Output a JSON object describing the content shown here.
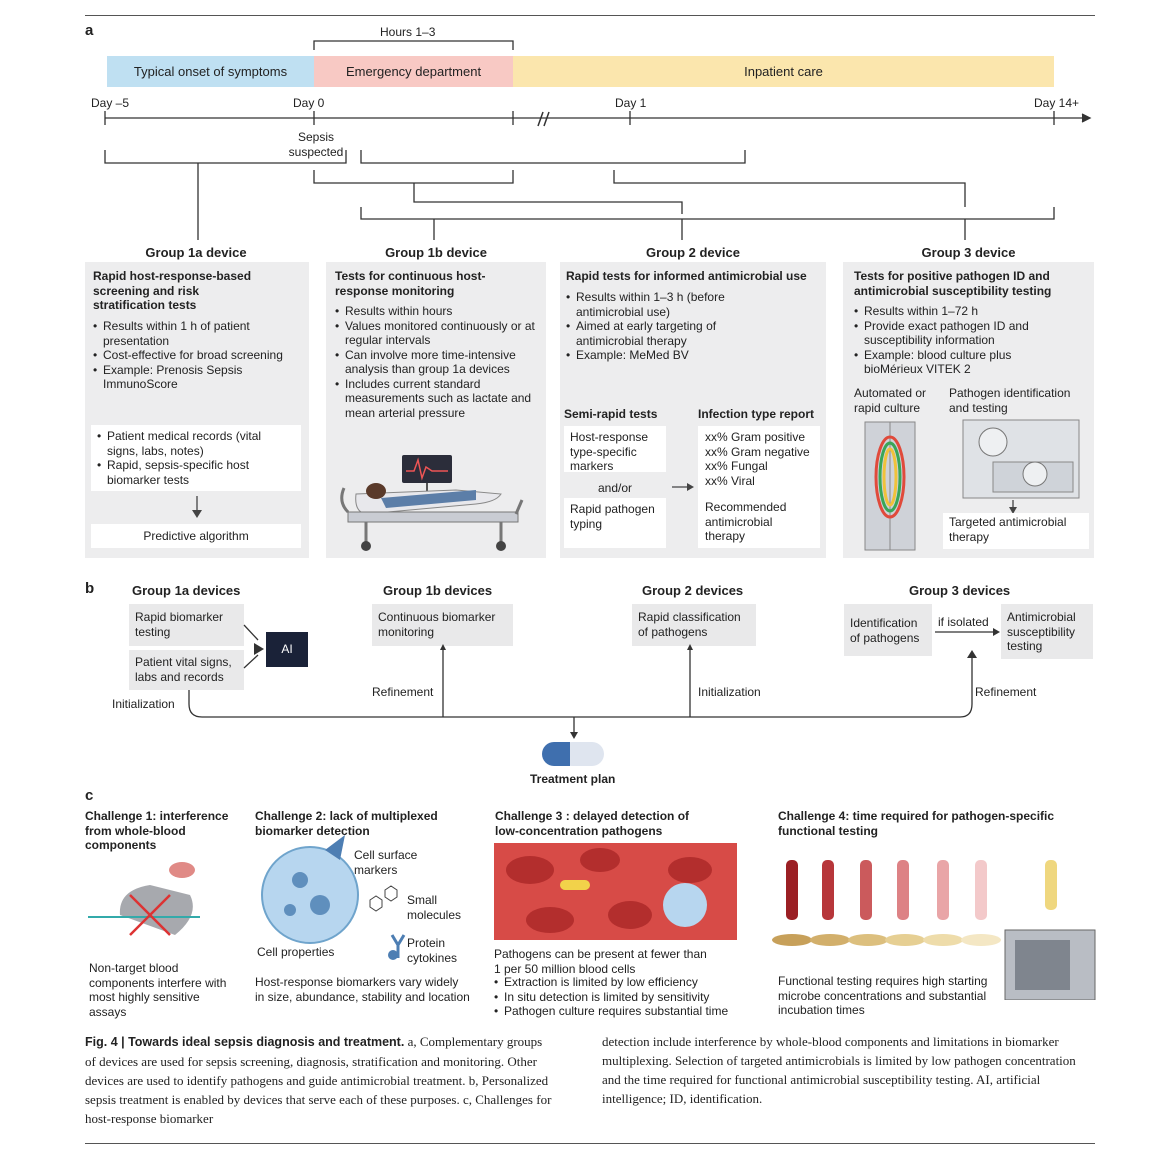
{
  "panel_labels": {
    "a": "a",
    "b": "b",
    "c": "c"
  },
  "timeline": {
    "hours_label": "Hours 1–3",
    "phases": [
      "Typical onset of symptoms",
      "Emergency department",
      "Inpatient care"
    ],
    "phase_colors": {
      "onset": "#bfe0f2",
      "ed": "#f8c9c4",
      "inpatient": "#fbe6ad"
    },
    "ticks": [
      "Day –5",
      "Day 0",
      "Day 1",
      "Day 14+"
    ],
    "sepsis_line1": "Sepsis",
    "sepsis_line2": "suspected"
  },
  "groups": {
    "g1a": {
      "title": "Group 1a device",
      "heading": "Rapid host-response-based screening and risk stratification tests",
      "bullets": [
        "Results within 1 h of patient presentation",
        "Cost-effective for broad screening",
        "Example: Prenosis Sepsis ImmunoScore"
      ],
      "inputs": [
        "Patient medical records (vital signs, labs, notes)",
        "Rapid, sepsis-specific host biomarker tests"
      ],
      "output": "Predictive algorithm"
    },
    "g1b": {
      "title": "Group 1b device",
      "heading": "Tests for continuous host-response monitoring",
      "bullets": [
        "Results within hours",
        "Values monitored continuously or at regular intervals",
        "Can involve more time-intensive analysis than group 1a devices",
        "Includes current standard measurements such as lactate and mean arterial pressure"
      ]
    },
    "g2": {
      "title": "Group 2 device",
      "heading": "Rapid tests for informed antimicrobial use",
      "bullets": [
        "Results within 1–3 h (before antimicrobial use)",
        "Aimed at early targeting of antimicrobial therapy",
        "Example: MeMed BV"
      ],
      "semi_title": "Semi-rapid tests",
      "report_title": "Infection type report",
      "semi_box1": "Host-response type-specific markers",
      "andor": "and/or",
      "semi_box2": "Rapid pathogen typing",
      "report_lines": [
        "xx% Gram positive",
        "xx% Gram negative",
        "xx% Fungal",
        "xx% Viral"
      ],
      "recommended": "Recommended antimicrobial therapy"
    },
    "g3": {
      "title": "Group 3  device",
      "heading": "Tests for positive pathogen ID and antimicrobial susceptibility testing",
      "bullets": [
        "Results within 1–72 h",
        "Provide exact pathogen ID and susceptibility information",
        "Example: blood culture plus bioMérieux VITEK 2"
      ],
      "col1": "Automated or rapid culture",
      "col2": "Pathogen identification and testing",
      "targeted": "Targeted antimicrobial therapy"
    }
  },
  "flow_b": {
    "g1a_title": "Group 1a devices",
    "g1b_title": "Group 1b devices",
    "g2_title": "Group 2 devices",
    "g3_title": "Group 3 devices",
    "box_rapid": "Rapid biomarker testing",
    "box_vitals": "Patient vital signs, labs and records",
    "ai": "AI",
    "box_cont": "Continuous biomarker monitoring",
    "box_class": "Rapid classification of pathogens",
    "box_ident": "Identification of pathogens",
    "if_isolated": "if isolated",
    "box_ast": "Antimicrobial susceptibility testing",
    "init1": "Initialization",
    "refine1": "Refinement",
    "init2": "Initialization",
    "refine2": "Refinement",
    "treatment": "Treatment plan"
  },
  "challenges": {
    "c1": {
      "title": "Challenge 1: interference from whole-blood components",
      "desc": "Non-target blood components interfere with most highly sensitive assays"
    },
    "c2": {
      "title": "Challenge 2: lack of multiplexed biomarker detection",
      "cell_surface": "Cell surface markers",
      "small": "Small molecules",
      "cell_props": "Cell properties",
      "protein": "Protein cytokines",
      "desc": "Host-response biomarkers vary widely in size, abundance, stability and location"
    },
    "c3": {
      "title": "Challenge 3 : delayed detection of low-concentration pathogens",
      "desc": "Pathogens can be present at fewer than 1 per 50 million blood cells",
      "bullets": [
        "Extraction is limited by low efficiency",
        "In situ detection is limited by sensitivity",
        "Pathogen culture requires substantial time"
      ]
    },
    "c4": {
      "title": "Challenge 4: time required for pathogen-specific functional testing",
      "desc": "Functional testing requires high starting microbe concentrations and substantial incubation times"
    }
  },
  "caption": {
    "lead": "Fig. 4 | Towards ideal sepsis diagnosis and treatment.",
    "left": " a, Complementary groups of devices are used for sepsis screening, diagnosis, stratification and monitoring. Other devices are used to identify pathogens and guide antimicrobial treatment. b, Personalized sepsis treatment is enabled by devices that serve each of these purposes. c, Challenges for host-response biomarker",
    "right": "detection include interference by whole-blood components and limitations in biomarker multiplexing. Selection of targeted antimicrobials is limited by low pathogen concentration and the time required for functional antimicrobial susceptibility testing. AI, artificial intelligence; ID, identification."
  }
}
